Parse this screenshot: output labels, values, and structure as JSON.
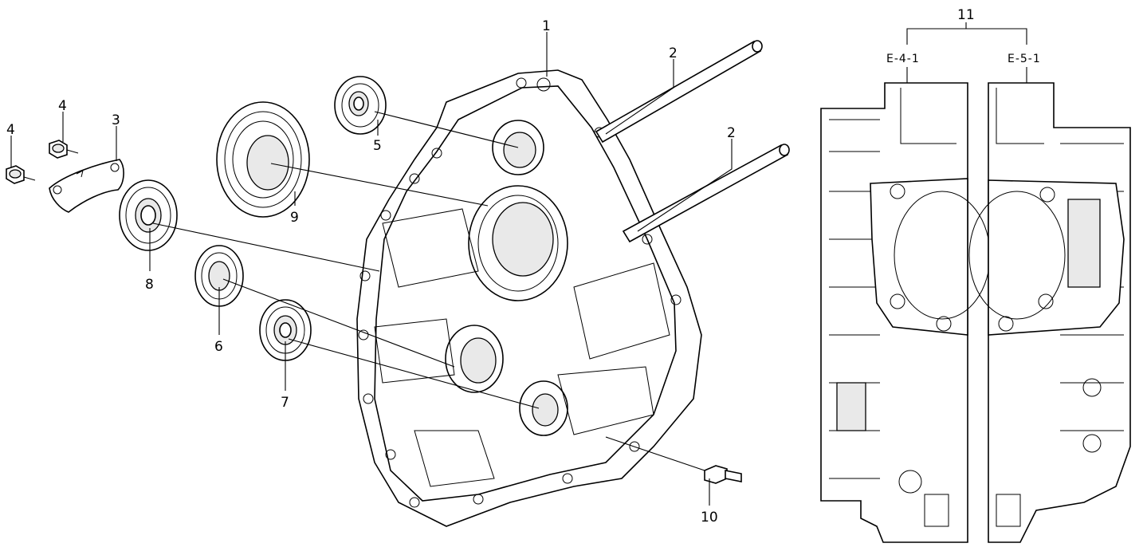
{
  "diagram": {
    "callouts": [
      {
        "id": "c1",
        "text": "1"
      },
      {
        "id": "c2a",
        "text": "2"
      },
      {
        "id": "c2b",
        "text": "2"
      },
      {
        "id": "c3",
        "text": "3"
      },
      {
        "id": "c4a",
        "text": "4"
      },
      {
        "id": "c4b",
        "text": "4"
      },
      {
        "id": "c5",
        "text": "5"
      },
      {
        "id": "c6",
        "text": "6"
      },
      {
        "id": "c7",
        "text": "7"
      },
      {
        "id": "c8",
        "text": "8"
      },
      {
        "id": "c9",
        "text": "9"
      },
      {
        "id": "c10",
        "text": "10"
      },
      {
        "id": "c11",
        "text": "11"
      }
    ],
    "codes": {
      "left": "E-4-1",
      "right": "E-5-1"
    }
  }
}
